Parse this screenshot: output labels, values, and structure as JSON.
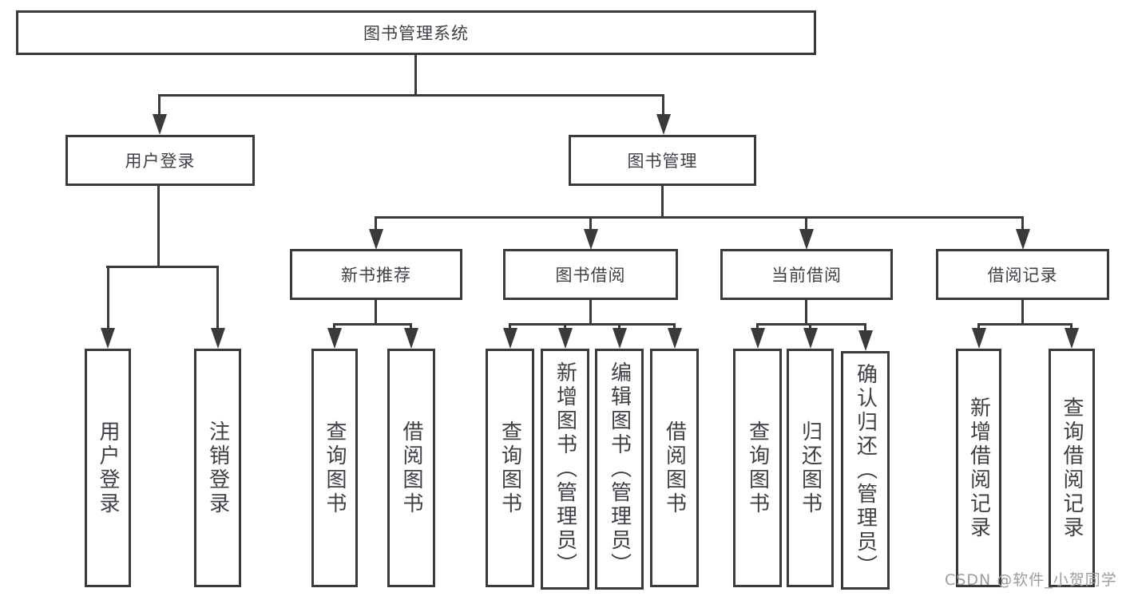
{
  "colors": {
    "line": "#3a3a3a",
    "text": "#3d4146",
    "watermark": "#9c9c9c",
    "background": "#ffffff"
  },
  "watermark": {
    "text": "CSDN @软件_小贺同学"
  },
  "diagram": {
    "root": {
      "label": "图书管理系统"
    },
    "branches": [
      {
        "label": "用户登录",
        "children": [
          {
            "label": "用户登录"
          },
          {
            "label": "注销登录"
          }
        ]
      },
      {
        "label": "图书管理",
        "children": [
          {
            "label": "新书推荐",
            "children": [
              {
                "label": "查询图书"
              },
              {
                "label": "借阅图书"
              }
            ]
          },
          {
            "label": "图书借阅",
            "children": [
              {
                "label": "查询图书"
              },
              {
                "label": "新增图书（管理员）"
              },
              {
                "label": "编辑图书（管理员）"
              },
              {
                "label": "借阅图书"
              }
            ]
          },
          {
            "label": "当前借阅",
            "children": [
              {
                "label": "查询图书"
              },
              {
                "label": "归还图书"
              },
              {
                "label": "确认归还（管理员）"
              }
            ]
          },
          {
            "label": "借阅记录",
            "children": [
              {
                "label": "新增借阅记录"
              },
              {
                "label": "查询借阅记录"
              }
            ]
          }
        ]
      }
    ]
  }
}
